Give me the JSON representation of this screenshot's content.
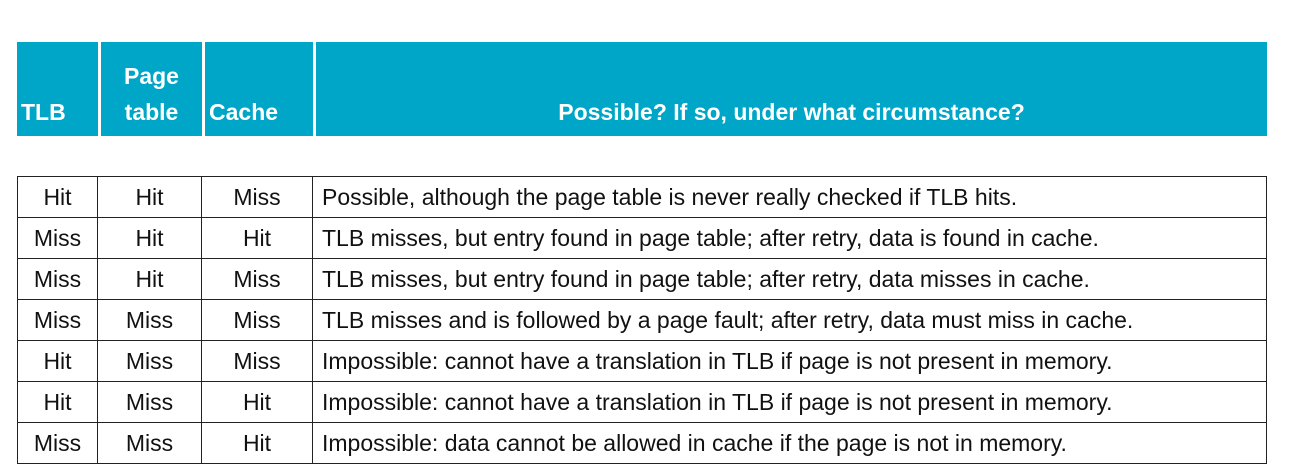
{
  "table": {
    "headers": [
      {
        "line1": "",
        "line2": "TLB"
      },
      {
        "line1": "Page",
        "line2": "table"
      },
      {
        "line1": "",
        "line2": "Cache"
      },
      {
        "line1": "",
        "line2": "Possible? If so, under what circumstance?"
      }
    ],
    "rows": [
      {
        "tlb": "Hit",
        "page_table": "Hit",
        "cache": "Miss",
        "description": "Possible, although the page table is never really checked if TLB hits."
      },
      {
        "tlb": "Miss",
        "page_table": "Hit",
        "cache": "Hit",
        "description": "TLB misses, but entry found in page table; after retry, data is found in cache."
      },
      {
        "tlb": "Miss",
        "page_table": "Hit",
        "cache": "Miss",
        "description": "TLB misses, but entry found in page table; after retry, data misses in cache."
      },
      {
        "tlb": "Miss",
        "page_table": "Miss",
        "cache": "Miss",
        "description": "TLB misses and is followed by a page fault; after retry, data must miss in cache."
      },
      {
        "tlb": "Hit",
        "page_table": "Miss",
        "cache": "Miss",
        "description": "Impossible: cannot have a translation in TLB if page is not present in memory."
      },
      {
        "tlb": "Hit",
        "page_table": "Miss",
        "cache": "Hit",
        "description": "Impossible: cannot have a translation in TLB if page is not present in memory."
      },
      {
        "tlb": "Miss",
        "page_table": "Miss",
        "cache": "Hit",
        "description": "Impossible: data cannot be allowed in cache if the page is not in memory."
      }
    ]
  },
  "colors": {
    "header_bg": "#00a6c7",
    "header_text": "#ffffff",
    "border": "#222222"
  }
}
